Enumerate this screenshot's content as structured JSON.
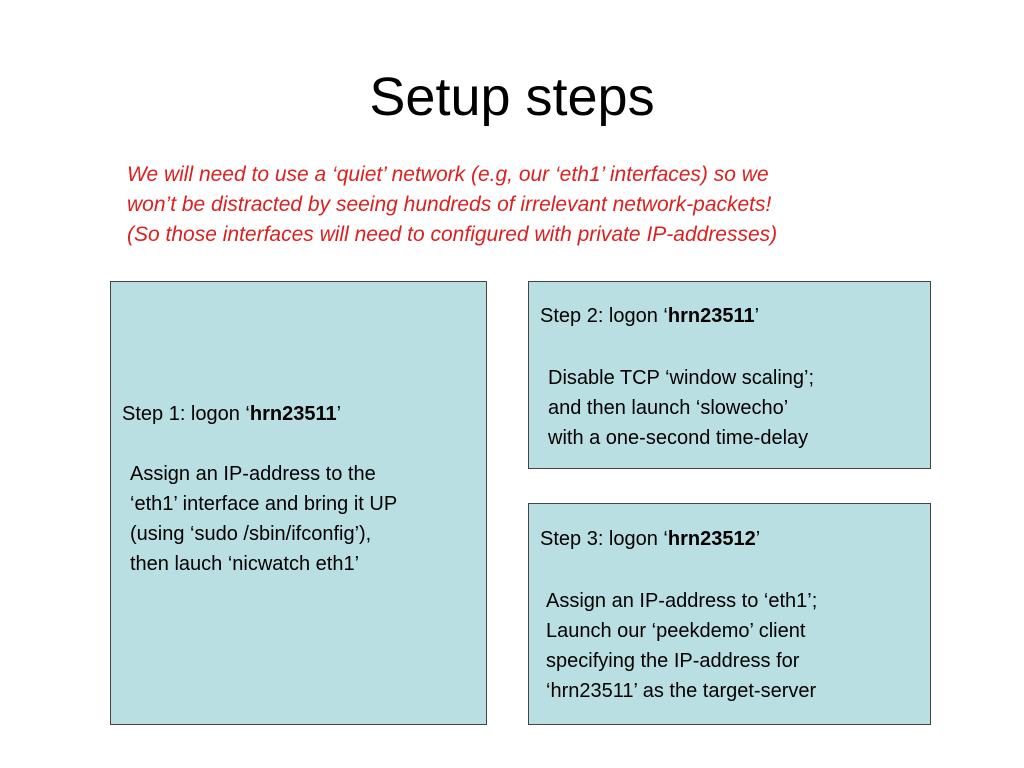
{
  "slide": {
    "title": "Setup steps",
    "intro": {
      "color": "#dd1f1f",
      "lines": [
        "We will need to use a ‘quiet’ network (e.g, our ‘eth1’ interfaces) so we",
        "won’t be distracted by seeing hundreds of irrelevant network-packets!",
        "(So those interfaces will need to configured with private IP-addresses)"
      ]
    },
    "box_color": "#b9dfe3",
    "steps": [
      {
        "heading_prefix": "Step 1: logon ‘",
        "heading_bold": "hrn23511",
        "heading_suffix": "’",
        "lines": [
          "Assign an IP-address to the",
          "‘eth1’ interface and bring it UP",
          "(using ‘sudo /sbin/ifconfig’),",
          "then lauch ‘nicwatch eth1’"
        ]
      },
      {
        "heading_prefix": "Step 2: logon ‘",
        "heading_bold": "hrn23511",
        "heading_suffix": "’",
        "lines": [
          "Disable TCP ‘window scaling’;",
          "and then launch ‘slowecho’",
          "with a one-second time-delay"
        ]
      },
      {
        "heading_prefix": "Step 3: logon ‘",
        "heading_bold": "hrn23512",
        "heading_suffix": "’",
        "lines": [
          "Assign an IP-address to ‘eth1’;",
          "Launch our ‘peekdemo’ client",
          "specifying the IP-address for",
          "‘hrn23511’ as the target-server"
        ]
      }
    ]
  }
}
